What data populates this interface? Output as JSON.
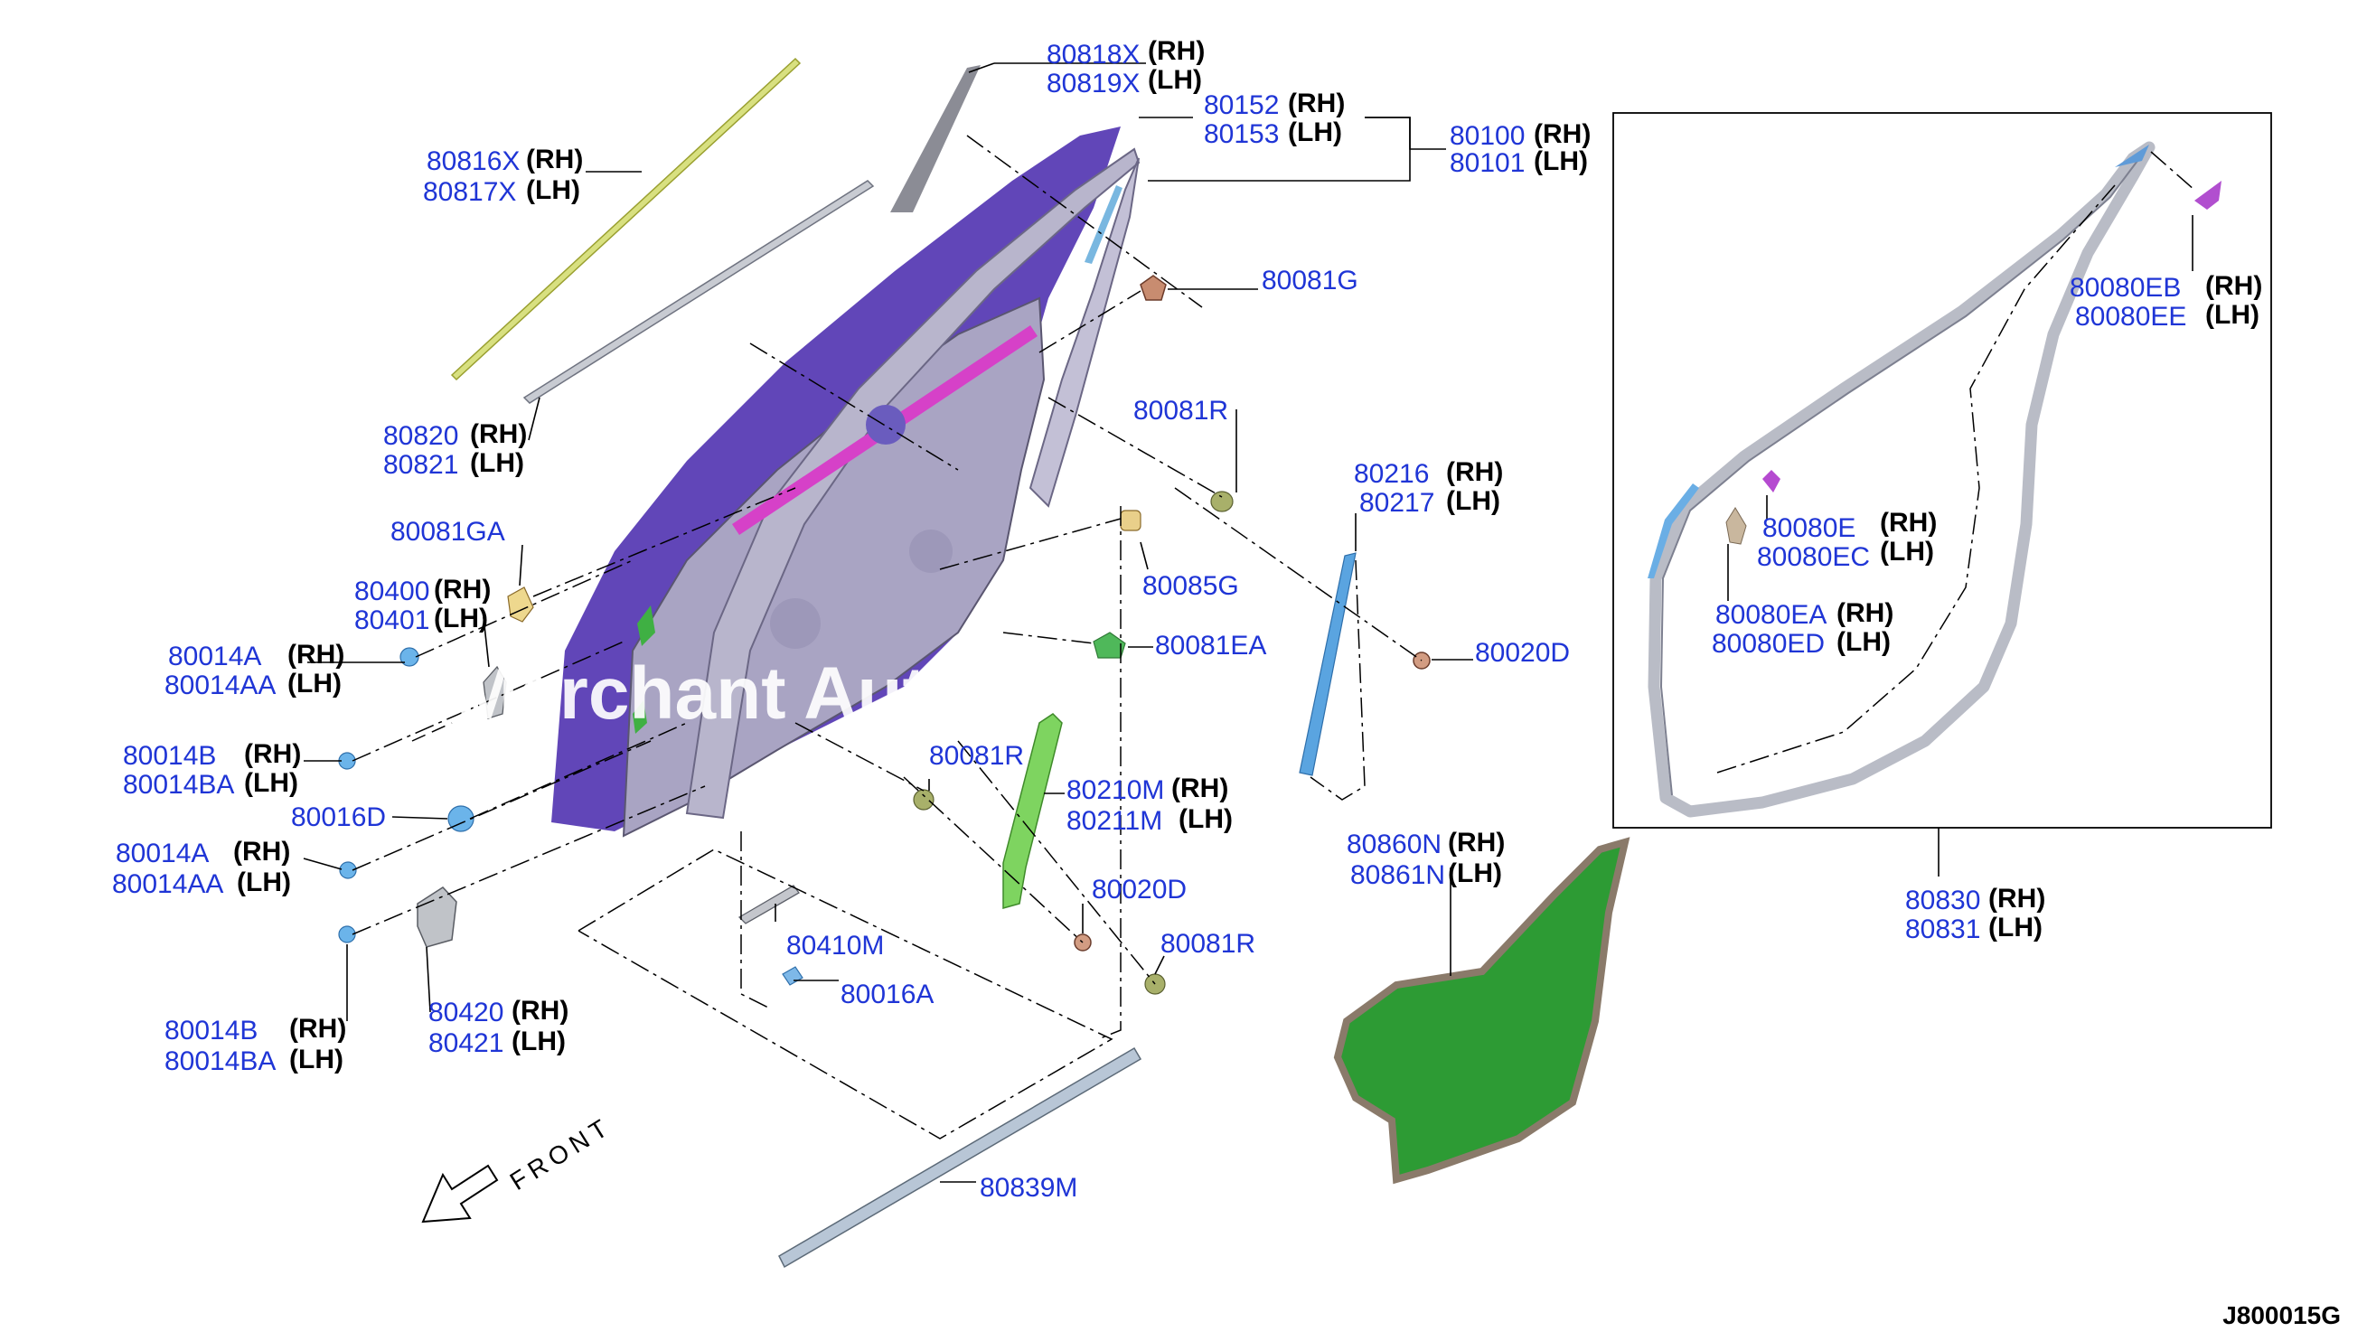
{
  "diagram_code": "J800015G",
  "watermark": "Merchant Auto",
  "front_label": "FRONT",
  "callouts": [
    {
      "id": "c1",
      "lines": [
        {
          "pn": "80818X",
          "side": "(RH)"
        },
        {
          "pn": "80819X",
          "side": "(LH)"
        }
      ]
    },
    {
      "id": "c2",
      "lines": [
        {
          "pn": "80152",
          "side": "(RH)"
        },
        {
          "pn": "80153",
          "side": "(LH)"
        }
      ]
    },
    {
      "id": "c3",
      "lines": [
        {
          "pn": "80100",
          "side": "(RH)"
        },
        {
          "pn": "80101",
          "side": "(LH)"
        }
      ]
    },
    {
      "id": "c4",
      "lines": [
        {
          "pn": "80816X",
          "side": "(RH)"
        },
        {
          "pn": "80817X",
          "side": "(LH)"
        }
      ]
    },
    {
      "id": "c5",
      "lines": [
        {
          "pn": "80081G",
          "side": ""
        }
      ]
    },
    {
      "id": "c6",
      "lines": [
        {
          "pn": "80820",
          "side": "(RH)"
        },
        {
          "pn": "80821",
          "side": "(LH)"
        }
      ]
    },
    {
      "id": "c7",
      "lines": [
        {
          "pn": "80081R",
          "side": ""
        }
      ]
    },
    {
      "id": "c8",
      "lines": [
        {
          "pn": "80216",
          "side": "(RH)"
        },
        {
          "pn": "80217",
          "side": "(LH)"
        }
      ]
    },
    {
      "id": "c9",
      "lines": [
        {
          "pn": "80081GA",
          "side": ""
        }
      ]
    },
    {
      "id": "c10",
      "lines": [
        {
          "pn": "80085G",
          "side": ""
        }
      ]
    },
    {
      "id": "c11",
      "lines": [
        {
          "pn": "80400",
          "side": "(RH)"
        },
        {
          "pn": "80401",
          "side": "(LH)"
        }
      ]
    },
    {
      "id": "c12",
      "lines": [
        {
          "pn": "80081EA",
          "side": ""
        }
      ]
    },
    {
      "id": "c13",
      "lines": [
        {
          "pn": "80020D",
          "side": ""
        }
      ]
    },
    {
      "id": "c14",
      "lines": [
        {
          "pn": "80014A",
          "side": "(RH)"
        },
        {
          "pn": "80014AA",
          "side": "(LH)"
        }
      ]
    },
    {
      "id": "c15",
      "lines": [
        {
          "pn": "80014B",
          "side": "(RH)"
        },
        {
          "pn": "80014BA",
          "side": "(LH)"
        }
      ]
    },
    {
      "id": "c16",
      "lines": [
        {
          "pn": "80081R",
          "side": ""
        }
      ]
    },
    {
      "id": "c17",
      "lines": [
        {
          "pn": "80210M",
          "side": "(RH)"
        },
        {
          "pn": "80211M",
          "side": "(LH)"
        }
      ]
    },
    {
      "id": "c18",
      "lines": [
        {
          "pn": "80016D",
          "side": ""
        }
      ]
    },
    {
      "id": "c19",
      "lines": [
        {
          "pn": "80014A",
          "side": "(RH)"
        },
        {
          "pn": "80014AA",
          "side": "(LH)"
        }
      ]
    },
    {
      "id": "c20",
      "lines": [
        {
          "pn": "80020D",
          "side": ""
        }
      ]
    },
    {
      "id": "c21",
      "lines": [
        {
          "pn": "80410M",
          "side": ""
        }
      ]
    },
    {
      "id": "c22",
      "lines": [
        {
          "pn": "80081R",
          "side": ""
        }
      ]
    },
    {
      "id": "c23",
      "lines": [
        {
          "pn": "80016A",
          "side": ""
        }
      ]
    },
    {
      "id": "c24",
      "lines": [
        {
          "pn": "80014B",
          "side": "(RH)"
        },
        {
          "pn": "80014BA",
          "side": "(LH)"
        }
      ]
    },
    {
      "id": "c25",
      "lines": [
        {
          "pn": "80420",
          "side": "(RH)"
        },
        {
          "pn": "80421",
          "side": "(LH)"
        }
      ]
    },
    {
      "id": "c26",
      "lines": [
        {
          "pn": "80839M",
          "side": ""
        }
      ]
    },
    {
      "id": "c27",
      "lines": [
        {
          "pn": "80860N",
          "side": "(RH)"
        },
        {
          "pn": "80861N",
          "side": "(LH)"
        }
      ]
    },
    {
      "id": "c28",
      "lines": [
        {
          "pn": "80080EB",
          "side": "(RH)"
        },
        {
          "pn": "80080EE",
          "side": "(LH)"
        }
      ]
    },
    {
      "id": "c29",
      "lines": [
        {
          "pn": "80080E",
          "side": "(RH)"
        },
        {
          "pn": "80080EC",
          "side": "(LH)"
        }
      ]
    },
    {
      "id": "c30",
      "lines": [
        {
          "pn": "80080EA",
          "side": "(RH)"
        },
        {
          "pn": "80080ED",
          "side": "(LH)"
        }
      ]
    },
    {
      "id": "c31",
      "lines": [
        {
          "pn": "80830",
          "side": "(RH)"
        },
        {
          "pn": "80831",
          "side": "(LH)"
        }
      ]
    }
  ]
}
